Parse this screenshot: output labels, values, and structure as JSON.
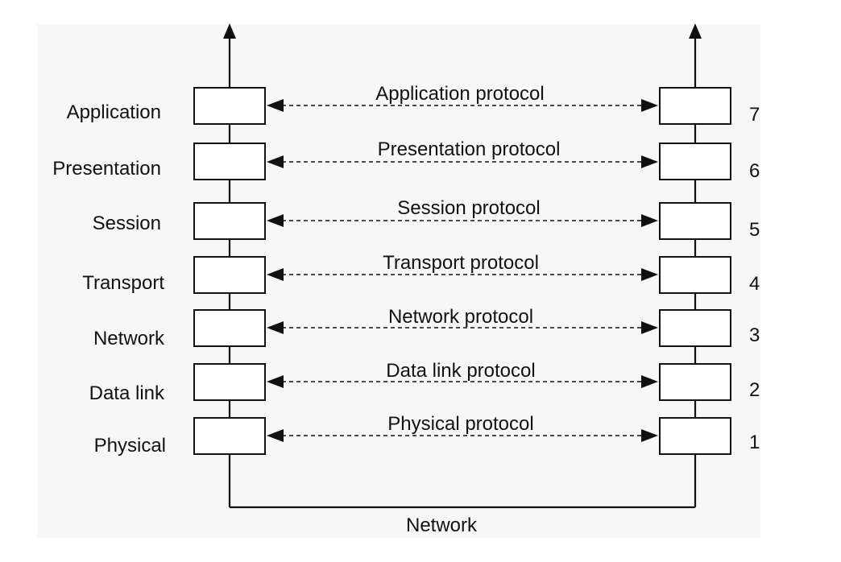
{
  "layers": [
    {
      "number": "7",
      "name": "Application",
      "protocol": "Application protocol"
    },
    {
      "number": "6",
      "name": "Presentation",
      "protocol": "Presentation protocol"
    },
    {
      "number": "5",
      "name": "Session",
      "protocol": "Session protocol"
    },
    {
      "number": "4",
      "name": "Transport",
      "protocol": "Transport protocol"
    },
    {
      "number": "3",
      "name": "Network",
      "protocol": "Network protocol"
    },
    {
      "number": "2",
      "name": "Data link",
      "protocol": "Data link protocol"
    },
    {
      "number": "1",
      "name": "Physical",
      "protocol": "Physical protocol"
    }
  ],
  "bottom_label": "Network",
  "colors": {
    "line": "#111111",
    "box_fill": "#ffffff",
    "panel": "#f7f7f7"
  }
}
